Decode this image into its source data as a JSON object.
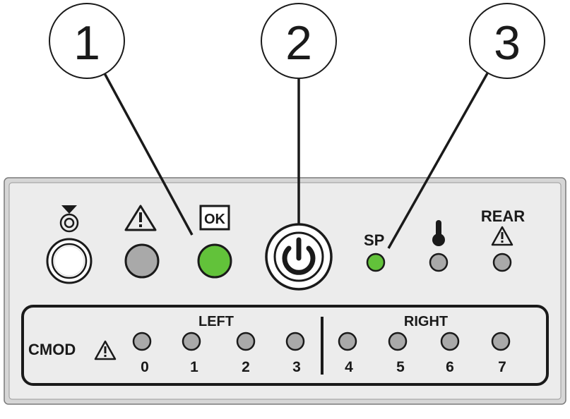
{
  "callouts": [
    {
      "number": "1"
    },
    {
      "number": "2"
    },
    {
      "number": "3"
    }
  ],
  "panel": {
    "top_indicators": {
      "ok_label": "OK",
      "sp_label": "SP",
      "rear_label": "REAR"
    },
    "cmod": {
      "label": "CMOD",
      "left_label": "LEFT",
      "right_label": "RIGHT",
      "slots": [
        "0",
        "1",
        "2",
        "3",
        "4",
        "5",
        "6",
        "7"
      ]
    }
  },
  "colors": {
    "led_green": "#62c23a",
    "led_gray": "#a9a9a9",
    "panel_fill": "#ececec",
    "outline": "#1a1a1a"
  },
  "icons": {
    "locate": "locate-icon",
    "service_required": "warning-triangle-icon",
    "power": "power-icon",
    "overtemp": "thermometer-icon",
    "rear_fault": "warning-triangle-icon"
  }
}
